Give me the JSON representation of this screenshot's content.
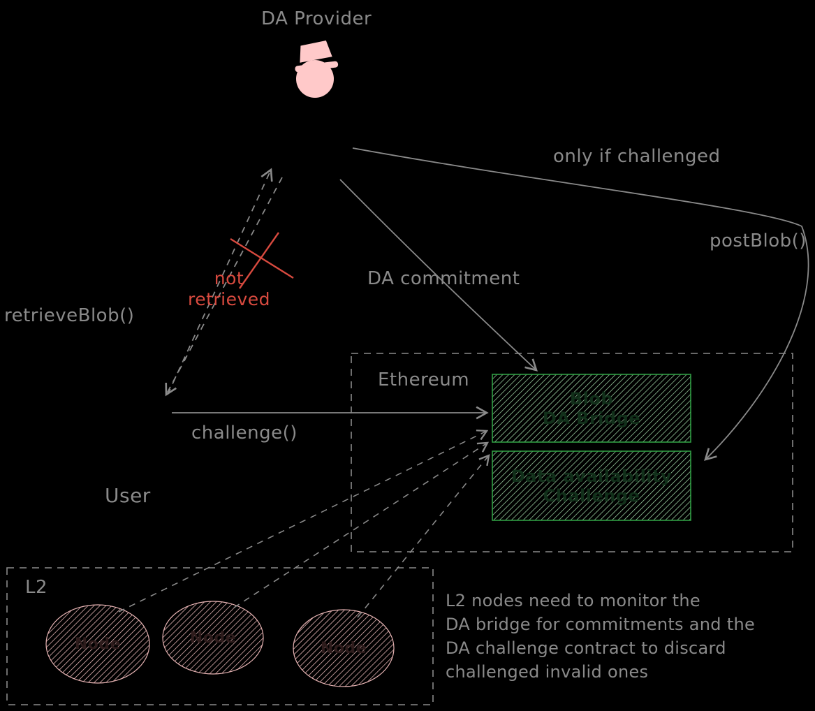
{
  "colors": {
    "background": "#000000",
    "stroke_gray": "#8a8a8a",
    "error_red": "#d84a3f",
    "green_border": "#2f9e44",
    "green_hatch": "#a9e2b0",
    "pink": "#ffc9c9"
  },
  "labels": {
    "da_provider": "DA Provider",
    "only_if_challenged": "only if challenged",
    "post_blob": "postBlob()",
    "retrieve_blob": "retrieveBlob()",
    "not_retrieved_lines": [
      "not",
      "retrieved"
    ],
    "da_commitment": "DA commitment",
    "challenge_call": "challenge()",
    "ethereum": "Ethereum",
    "user": "User",
    "l2": "L2"
  },
  "boxes": {
    "bridge": {
      "line1": "Blob",
      "line2": "DA Bridge"
    },
    "da_challenge": {
      "line1": "Data availability",
      "line2": "Challenge"
    }
  },
  "nodes": [
    {
      "label": "Node"
    },
    {
      "label": "Node"
    },
    {
      "label": "Node"
    }
  ],
  "note": {
    "lines": [
      "L2 nodes need to monitor the",
      "DA bridge for commitments and the",
      "DA challenge contract to discard",
      "challenged invalid ones"
    ]
  }
}
